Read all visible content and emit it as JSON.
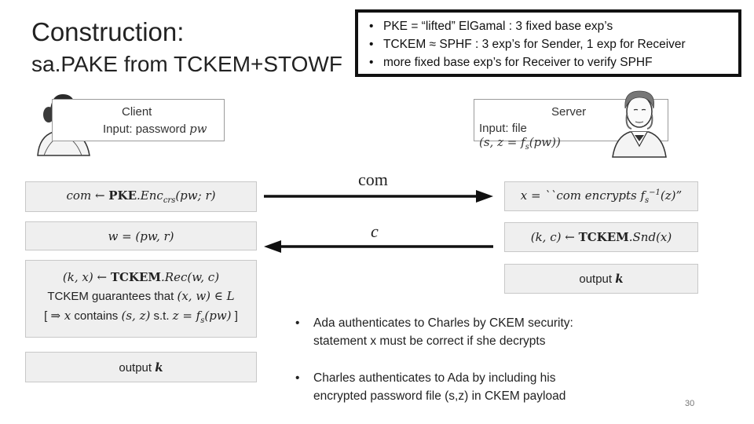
{
  "slide": {
    "title_line1": "Construction:",
    "title_line2": "sa.PAKE from TCKEM+STOWF",
    "page_number": "30"
  },
  "note_box": {
    "items": [
      "PKE = “lifted” ElGamal  :  3 fixed base exp’s",
      "TCKEM ≈ SPHF  :  3 exp’s for Sender,  1 exp for Receiver",
      "more fixed base exp’s for Receiver to verify SPHF"
    ]
  },
  "client": {
    "name": "Client",
    "input": "Input: password pw"
  },
  "server": {
    "name": "Server",
    "input": "Input: file (s, z = f_s(pw))"
  },
  "client_steps": {
    "s1": "com ← PKE.Enc_crs(pw; r)",
    "s2": "w = (pw, r)",
    "s3_line1": "(k, x) ← TCKEM.Rec(w, c)",
    "s3_line2": "TCKEM guarantees that (x, w) ∈ L",
    "s3_line3": "[⇒ x contains (s, z) s.t. z = f_s(pw)]",
    "s4": "output k"
  },
  "server_steps": {
    "s1": "x = ``com encrypts f_s^-1(z)”",
    "s2": "(k, c) ← TCKEM.Snd(x)",
    "s3": "output k"
  },
  "messages": {
    "to_server": "com",
    "to_client": "c"
  },
  "bullets": {
    "b1_line1": "Ada authenticates to Charles by CKEM security:",
    "b1_line2": "statement x must be correct if she decrypts",
    "b2_line1": "Charles authenticates to Ada by including his",
    "b2_line2": "encrypted password file (s,z) in CKEM payload"
  },
  "icons": {
    "client_portrait": "woman-portrait-icon",
    "server_portrait": "man-portrait-icon"
  }
}
